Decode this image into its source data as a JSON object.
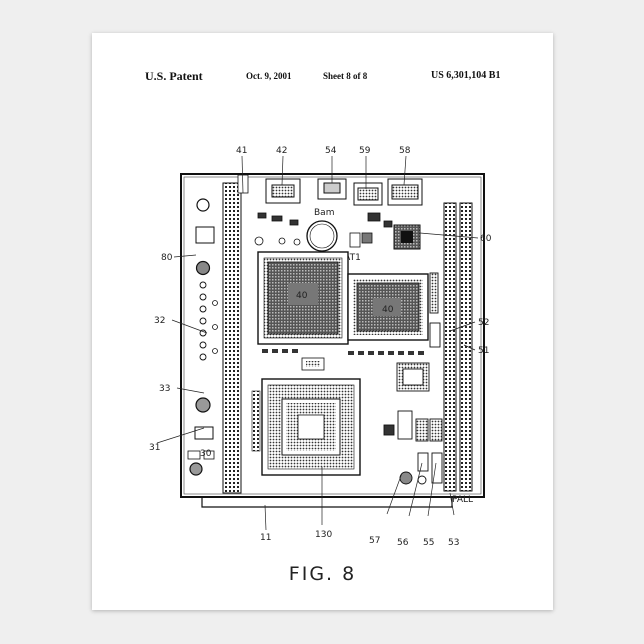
{
  "header": {
    "publication": "U.S. Patent",
    "date": "Oct. 9, 2001",
    "sheet": "Sheet 8 of 8",
    "patent_number": "US 6,301,104 B1"
  },
  "figure": {
    "caption": "FIG. 8",
    "reference_labels": {
      "r41": "41",
      "r42": "42",
      "r54": "54",
      "r59": "59",
      "r58": "58",
      "r60": "60",
      "r80": "80",
      "r32": "32",
      "r52": "52",
      "r51": "51",
      "r33": "33",
      "r31": "31",
      "r30": "30",
      "r11": "11",
      "r130": "130",
      "r57": "57",
      "r56": "56",
      "r55": "55",
      "r53": "53"
    },
    "chip_labels": {
      "chip_left": "40",
      "chip_right": "40"
    },
    "component_text": {
      "battery": "BAT1",
      "pall": "PALL",
      "ram": "Bam"
    }
  }
}
